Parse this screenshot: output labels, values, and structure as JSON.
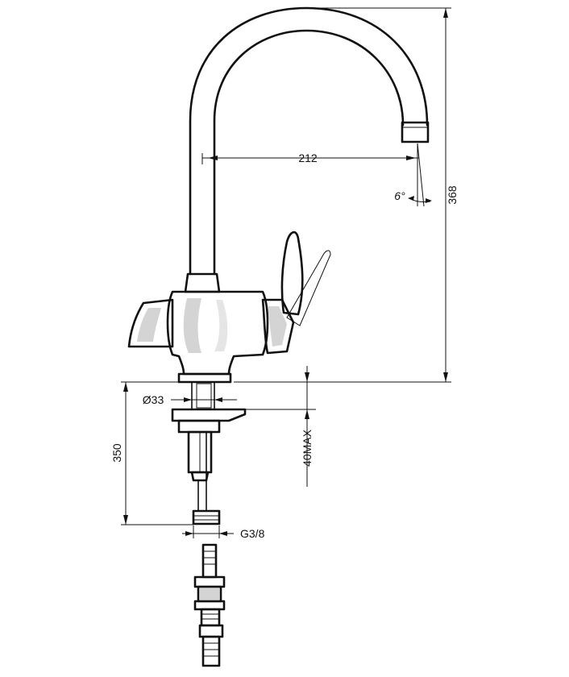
{
  "dimensions": {
    "spout_reach": "212",
    "total_height": "368",
    "spout_angle": "6°",
    "base_diameter": "Ø33",
    "max_thickness": "40MAX",
    "hose_length": "350",
    "connection_thread": "G3/8"
  },
  "colors": {
    "line": "#111111",
    "shading": "#d4d4d4",
    "background": "#ffffff"
  }
}
